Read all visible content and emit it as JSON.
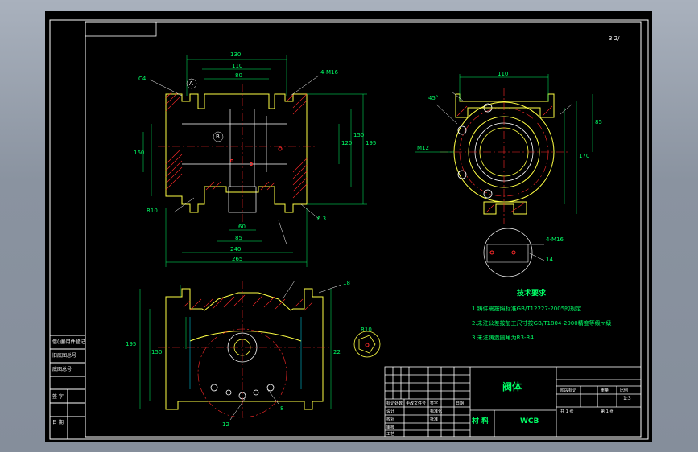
{
  "drawing": {
    "part_name": "阀体",
    "material_label": "材 料",
    "material_value": "WCB",
    "tech_title": "技术要求",
    "tech_notes": [
      "1.铸件需按照标准GB/T12227-2005的规定",
      "2.未注公差按加工尺寸按GB/T1804-2000精度等级m级",
      "3.未注铸造圆角为R3-R4"
    ],
    "roughness_note": "3.2/",
    "scale": "1:3",
    "sheet_left_cells": [
      "借(通)用件登记",
      "旧底图总号",
      "底图总号",
      "签 字",
      "日 期"
    ],
    "title_block": {
      "row_labels": [
        "标记",
        "处数",
        "更改文件号",
        "签字",
        "日期"
      ],
      "role_labels": [
        "设计",
        "校对",
        "审核",
        "工艺",
        "标准化",
        "批准"
      ],
      "stage_labels": [
        "阶段标记",
        "重量",
        "比例"
      ],
      "sheet_count": [
        "共 1 张",
        "第 1 张"
      ]
    },
    "dims": {
      "d130": "130",
      "d110": "110",
      "d80": "80",
      "d240": "240",
      "d265": "265",
      "d160": "160",
      "d195": "195",
      "d150": "150",
      "d170": "170",
      "d120": "120",
      "d85": "85",
      "d60": "60",
      "d4xM16": "4-M16",
      "dR10": "R10",
      "dA": "A",
      "dB": "B",
      "dcb": "C4",
      "d14": "14",
      "dRa": "6.3",
      "d12": "12",
      "d18": "18",
      "d22": "22",
      "d45": "45°",
      "d8": "8",
      "dM": "M12"
    }
  }
}
